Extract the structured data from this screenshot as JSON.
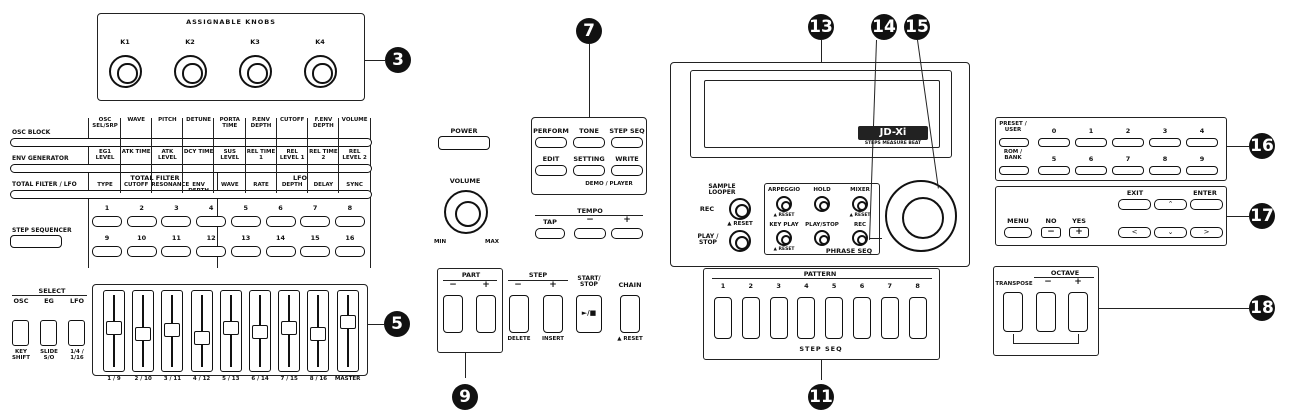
{
  "callouts": {
    "c3": "3",
    "c5": "5",
    "c7": "7",
    "c9": "9",
    "c11": "11",
    "c13": "13",
    "c14": "14",
    "c15": "15",
    "c16": "16",
    "c17": "17",
    "c18": "18"
  },
  "knobs": {
    "title": "ASSIGNABLE KNOBS",
    "k1": "K1",
    "k2": "K2",
    "k3": "K3",
    "k4": "K4"
  },
  "row_labels": {
    "osc": "OSC BLOCK",
    "env": "ENV GENERATOR",
    "filter": "TOTAL FILTER / LFO",
    "step": "STEP SEQUENCER"
  },
  "param_row1": [
    "OSC SEL/SRP",
    "WAVE",
    "PITCH",
    "DETUNE",
    "PORTA TIME",
    "P.ENV DEPTH",
    "CUTOFF",
    "F.ENV DEPTH",
    "VOLUME"
  ],
  "param_row2": [
    "EG1 LEVEL",
    "ATK TIME",
    "ATK LEVEL",
    "DCY TIME",
    "SUS LEVEL",
    "REL TIME 1",
    "REL LEVEL 1",
    "REL TIME 2",
    "REL LEVEL 2"
  ],
  "param_row3_titles": {
    "filter": "TOTAL FILTER",
    "lfo": "LFO"
  },
  "param_row3": [
    "TYPE",
    "CUTOFF",
    "RESONANCE",
    "ENV DEPTH",
    "WAVE",
    "RATE",
    "DEPTH",
    "DELAY",
    "SYNC"
  ],
  "steps_top": [
    "1",
    "2",
    "3",
    "4",
    "5",
    "6",
    "7",
    "8"
  ],
  "steps_bottom": [
    "9",
    "10",
    "11",
    "12",
    "13",
    "14",
    "15",
    "16"
  ],
  "select": {
    "title": "SELECT",
    "osc": "OSC",
    "eg": "EG",
    "lfo": "LFO",
    "sub1": "KEY SHIFT",
    "sub2": "SLIDE S/O",
    "sub3": "1/4 / 1/16"
  },
  "fader_labels": [
    "1 / 9",
    "2 / 10",
    "3 / 11",
    "4 / 12",
    "5 / 13",
    "6 / 14",
    "7 / 15",
    "8 / 16",
    "MASTER"
  ],
  "power": "POWER",
  "volume": {
    "label": "VOLUME",
    "min": "MIN",
    "max": "MAX"
  },
  "mode_buttons": [
    "PERFORM",
    "TONE",
    "STEP SEQ",
    "EDIT",
    "SETTING",
    "WRITE"
  ],
  "demo_player": "DEMO / PLAYER",
  "tempo": {
    "title": "TEMPO",
    "tap": "TAP",
    "minus": "−",
    "plus": "+"
  },
  "part": {
    "title": "PART",
    "minus": "−",
    "plus": "+"
  },
  "step": {
    "title": "STEP",
    "minus": "−",
    "plus": "+",
    "delete": "DELETE",
    "insert": "INSERT"
  },
  "start_stop": {
    "label": "START/ STOP",
    "glyph": "►/■"
  },
  "chain": {
    "label": "CHAIN",
    "sub": "▲ RESET"
  },
  "display": {
    "logo": "JD-Xi",
    "sub": "STEPS  MEASURE  BEAT"
  },
  "sample_looper": {
    "title": "SAMPLE LOOPER",
    "rec": "REC",
    "rec_sub": "▲ RESET",
    "play": "PLAY / STOP"
  },
  "arp_block": {
    "arpeggio": "ARPEGGIO",
    "hold": "HOLD",
    "mixer": "MIXER",
    "keyplay": "KEY PLAY",
    "playstop": "PLAY/STOP",
    "rec": "REC",
    "phrase_seq": "PHRASE SEQ",
    "reset": "▲ RESET"
  },
  "pattern": {
    "title": "PATTERN",
    "numbers": [
      "1",
      "2",
      "3",
      "4",
      "5",
      "6",
      "7",
      "8"
    ],
    "footer": "STEP SEQ"
  },
  "preset": {
    "label_top": "PRESET / USER",
    "label_bottom": "ROM / BANK",
    "top": [
      "0",
      "1",
      "2",
      "3",
      "4"
    ],
    "bottom": [
      "5",
      "6",
      "7",
      "8",
      "9"
    ]
  },
  "nav": {
    "menu": "MENU",
    "no": "NO",
    "yes": "YES",
    "exit": "EXIT",
    "enter": "ENTER",
    "no_glyph": "−",
    "yes_glyph": "+",
    "up": "⌃",
    "down": "⌄",
    "left": "<",
    "right": ">"
  },
  "transpose": {
    "transpose": "TRANSPOSE",
    "octave": "OCTAVE",
    "minus": "−",
    "plus": "+"
  }
}
